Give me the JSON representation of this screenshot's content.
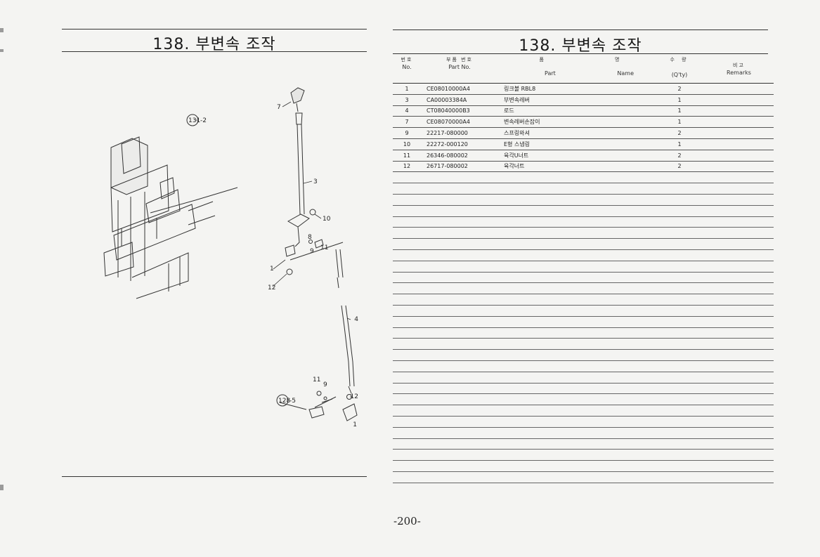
{
  "left_page": {
    "title": "138. 부변속 조작",
    "callouts": {
      "ref_131": "131",
      "ref_131_suffix": "-2",
      "ref_128": "128",
      "ref_128_suffix": "-5",
      "c7": "7",
      "c3": "3",
      "c10": "10",
      "c8": "8",
      "c9a": "9",
      "c11a": "11",
      "c1a": "1",
      "c12a": "12",
      "c4": "4",
      "c11b": "11",
      "c9b": "9",
      "c12b": "12",
      "c1b": "1"
    }
  },
  "right_page": {
    "title": "138. 부변속 조작",
    "table": {
      "headers": {
        "no_ko": "번호",
        "no_en": "No.",
        "part_no_ko": "부품 번호",
        "part_no_en": "Part  No.",
        "name_ko_1": "품",
        "name_ko_2": "명",
        "name_en_1": "Part",
        "name_en_2": "Name",
        "qty_ko": "수 량",
        "qty_en": "(Q'ty)",
        "remarks_ko": "비고",
        "remarks_en": "Remarks"
      },
      "rows": [
        {
          "no": "1",
          "part_no": "CE08010000A4",
          "name": "링크볼 RBL8",
          "qty": "2",
          "remarks": ""
        },
        {
          "no": "3",
          "part_no": "CA00003384A",
          "name": "부변속레버",
          "qty": "1",
          "remarks": ""
        },
        {
          "no": "4",
          "part_no": "CT08040000B3",
          "name": "로드",
          "qty": "1",
          "remarks": ""
        },
        {
          "no": "7",
          "part_no": "CE08070000A4",
          "name": "변속레버손잡이",
          "qty": "1",
          "remarks": ""
        },
        {
          "no": "9",
          "part_no": "22217-080000",
          "name": "스프링와셔",
          "qty": "2",
          "remarks": ""
        },
        {
          "no": "10",
          "part_no": "22272-000120",
          "name": "E형 스냅링",
          "qty": "1",
          "remarks": ""
        },
        {
          "no": "11",
          "part_no": "26346-080002",
          "name": "육각U너트",
          "qty": "2",
          "remarks": ""
        },
        {
          "no": "12",
          "part_no": "26717-080002",
          "name": "육각너트",
          "qty": "2",
          "remarks": ""
        }
      ]
    }
  },
  "page_number": "-200-"
}
